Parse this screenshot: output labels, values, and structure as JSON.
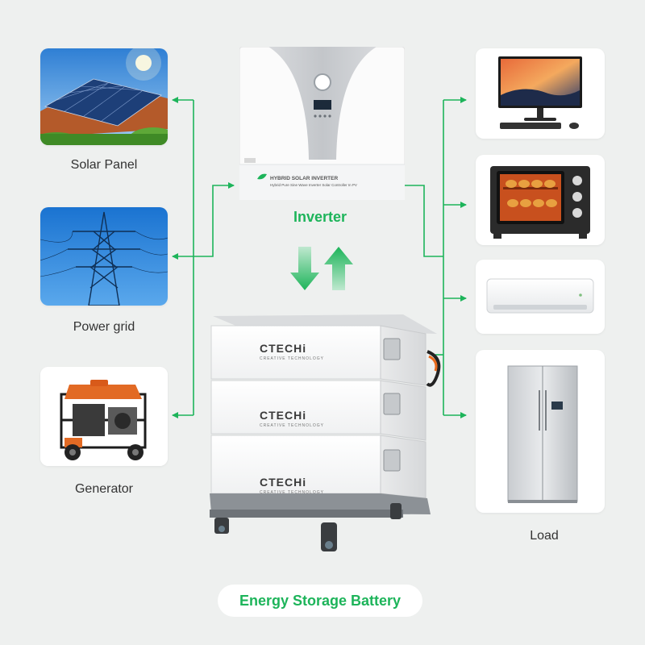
{
  "colors": {
    "accent": "#1db45a",
    "background": "#eef0ef"
  },
  "sources": [
    {
      "label": "Solar Panel",
      "icon": "solar-panel-icon"
    },
    {
      "label": "Power grid",
      "icon": "power-grid-tower-icon"
    },
    {
      "label": "Generator",
      "icon": "generator-icon"
    }
  ],
  "inverter": {
    "label": "Inverter",
    "panel_title": "HYBRID SOLAR INVERTER",
    "panel_subtitle": "Hybrid Pure Sine Wave Inverter Solar Controller In PV"
  },
  "battery": {
    "label": "Energy Storage Battery",
    "brand": "CTECHi",
    "brand_sub": "CREATIVE TECHNOLOGY"
  },
  "loads": {
    "label": "Load",
    "items": [
      {
        "icon": "monitor-icon"
      },
      {
        "icon": "oven-icon"
      },
      {
        "icon": "air-conditioner-icon"
      },
      {
        "icon": "refrigerator-icon"
      }
    ]
  }
}
